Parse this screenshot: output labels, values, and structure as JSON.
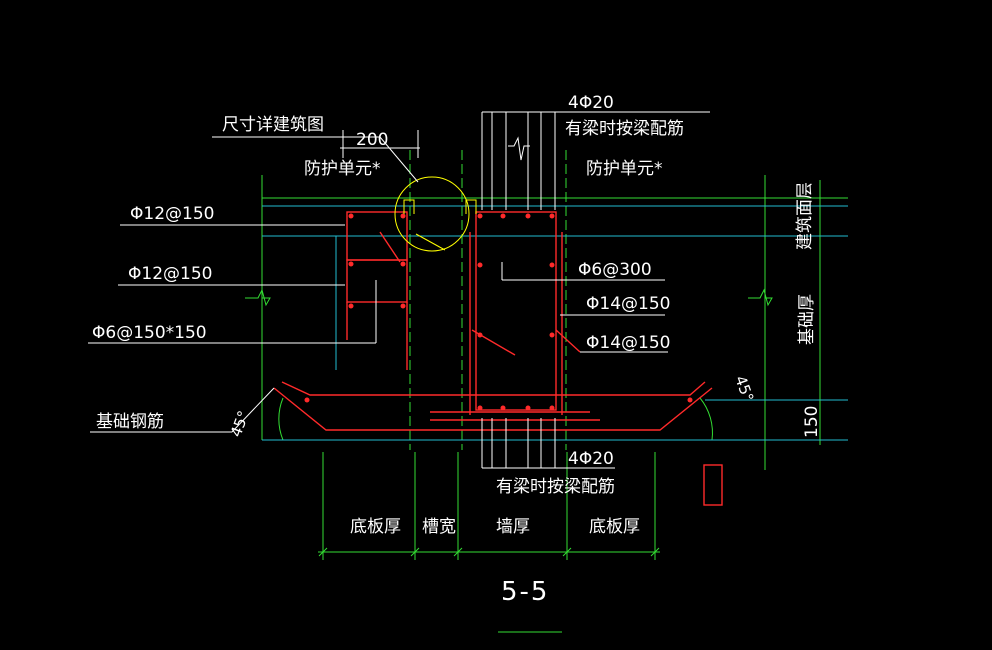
{
  "drawing": {
    "title": "5-5",
    "labels": {
      "size_note": "尺寸详建筑图",
      "dim_200": "200",
      "protect_left": "防护单元*",
      "protect_right": "防护单元*",
      "top_bars": "4Φ20",
      "top_beam_note": "有梁时按梁配筋",
      "rebar_a": "Φ12@150",
      "rebar_b": "Φ12@150",
      "rebar_c": "Φ6@150*150",
      "stirrup": "Φ6@300",
      "vert_1": "Φ14@150",
      "vert_2": "Φ14@150",
      "found_rebar": "基础钢筋",
      "bottom_bars": "4Φ20",
      "bottom_beam_note": "有梁时按梁配筋",
      "angle_left": "45°",
      "angle_right": "45°",
      "floor_level": "建筑面层",
      "found_thick": "基础厚",
      "dim_150": "150",
      "dim_slab_left": "底板厚",
      "dim_groove": "槽宽",
      "dim_wall": "墙厚",
      "dim_slab_right": "底板厚"
    }
  },
  "colors": {
    "background": "#000000",
    "dimension": "#33dd33",
    "rebar": "#ff2a2a",
    "concrete_edge": "#22bcd0",
    "leader": "#ffffff",
    "highlight": "#ffff00"
  }
}
